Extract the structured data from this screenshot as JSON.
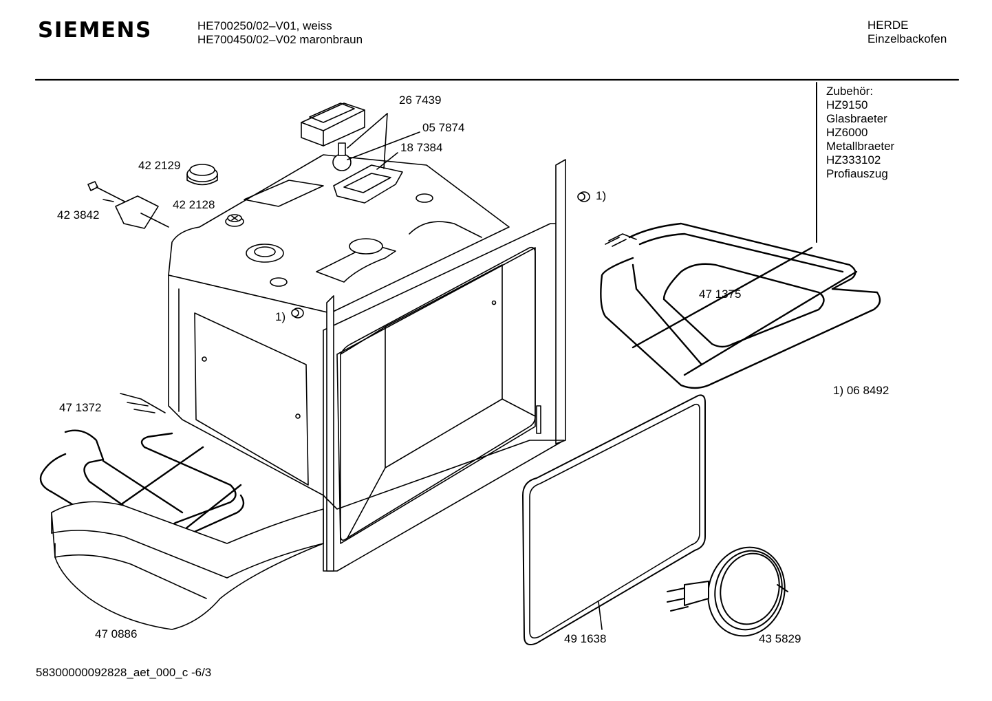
{
  "header": {
    "brand": "SIEMENS",
    "model_line_1": "HE700250/02–V01, weiss",
    "model_line_2": "HE700450/02–V02 maronbraun",
    "category": "HERDE",
    "subcategory": "Einzelbackofen"
  },
  "accessories": {
    "title": "Zubehör:",
    "items": [
      "HZ9150",
      "Glasbraeter",
      "HZ6000",
      "Metallbraeter",
      "HZ333102",
      "Profiauszug"
    ]
  },
  "parts": {
    "p267439": "26 7439",
    "p057874": "05 7874",
    "p187384": "18 7384",
    "p422129": "42 2129",
    "p422128": "42 2128",
    "p423842": "42 3842",
    "p471375": "47 1375",
    "p471372": "47 1372",
    "p470886": "47 0886",
    "p491638": "49 1638",
    "p435829": "43 5829",
    "footnote_a": "1)",
    "footnote_b": "1)",
    "footnote_ref": "1) 06 8492"
  },
  "footer": {
    "doc_id": "58300000092828_aet_000_c  -6/3"
  }
}
